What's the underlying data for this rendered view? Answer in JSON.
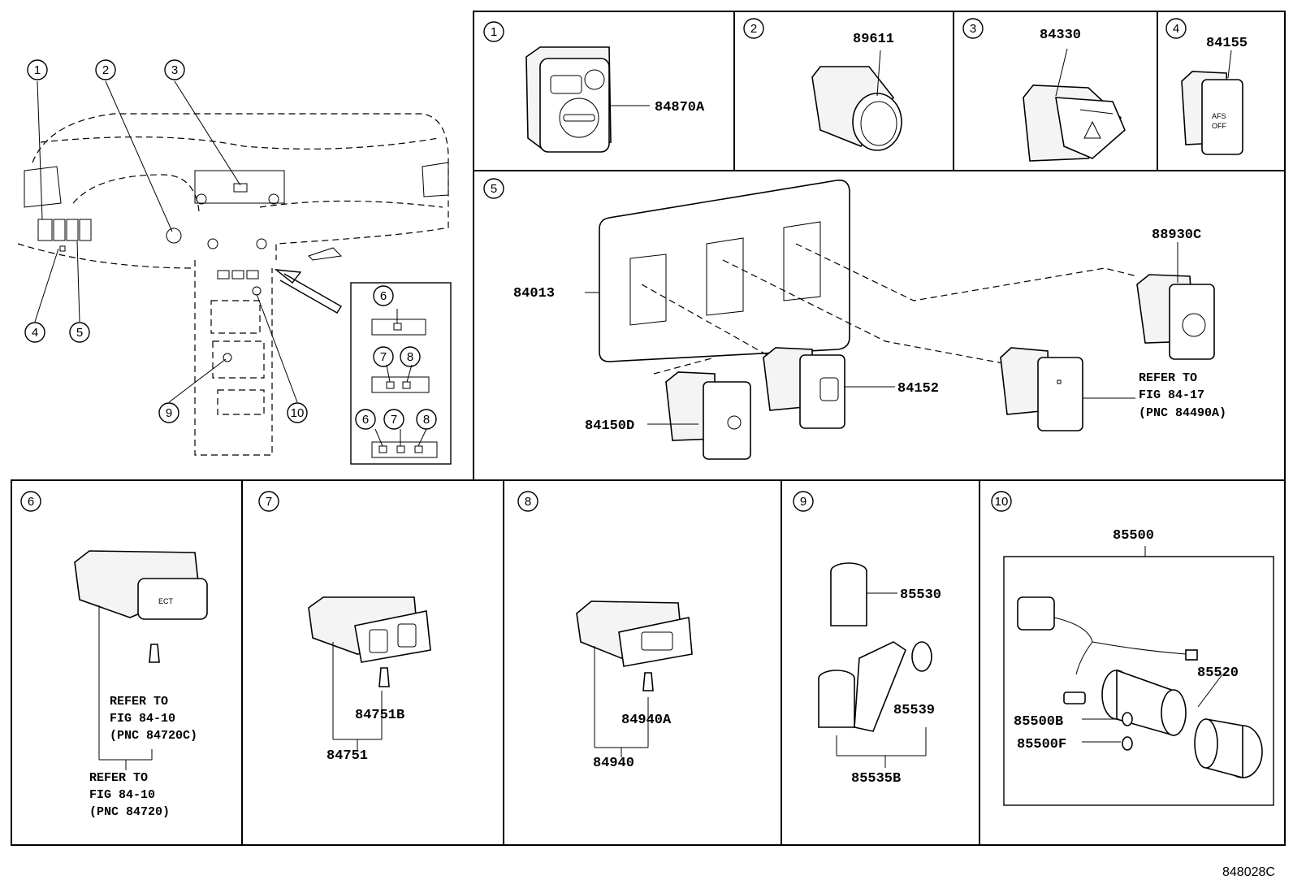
{
  "diagram": {
    "figure_code": "848028C",
    "overview": {
      "callouts": [
        "1",
        "2",
        "3",
        "4",
        "5",
        "6",
        "7",
        "8",
        "9",
        "10"
      ],
      "inset_callouts": [
        "6",
        "7",
        "8",
        "6",
        "7",
        "8"
      ]
    },
    "panels": [
      {
        "num": "1",
        "parts": [
          "84870A"
        ]
      },
      {
        "num": "2",
        "parts": [
          "89611"
        ]
      },
      {
        "num": "3",
        "parts": [
          "84330"
        ]
      },
      {
        "num": "4",
        "parts": [
          "84155"
        ],
        "switch_text": [
          "AFS",
          "OFF"
        ]
      },
      {
        "num": "5",
        "parts": [
          "84013",
          "88930C",
          "84152",
          "84150D"
        ],
        "refer": [
          "REFER TO",
          "FIG 84-17",
          "(PNC 84490A)"
        ]
      },
      {
        "num": "6",
        "switch_text": "ECT",
        "refer_a": [
          "REFER TO",
          "FIG 84-10",
          "(PNC 84720C)"
        ],
        "refer_b": [
          "REFER TO",
          "FIG 84-10",
          "(PNC 84720)"
        ]
      },
      {
        "num": "7",
        "parts": [
          "84751B",
          "84751"
        ]
      },
      {
        "num": "8",
        "parts": [
          "84940A",
          "84940"
        ]
      },
      {
        "num": "9",
        "parts": [
          "85530",
          "85539",
          "85535B"
        ]
      },
      {
        "num": "10",
        "parts": [
          "85500",
          "85520",
          "85500B",
          "85500F"
        ]
      }
    ]
  }
}
